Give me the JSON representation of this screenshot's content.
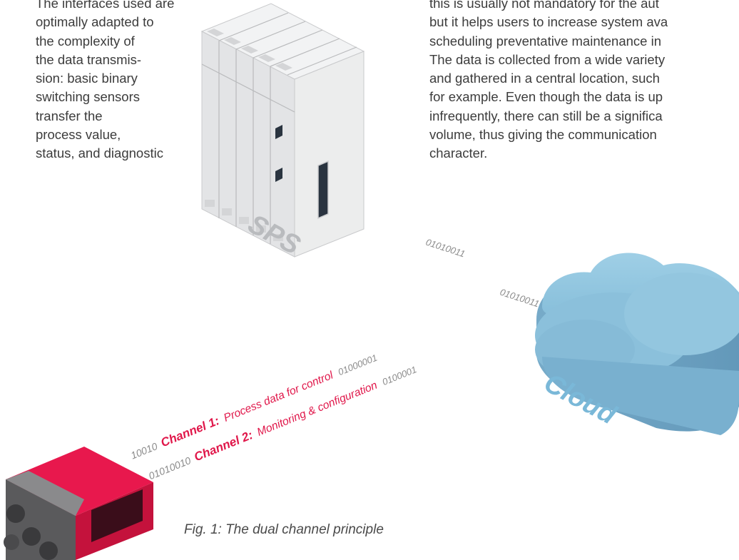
{
  "left_paragraph": {
    "lines": [
      "The interfaces used are",
      "optimally adapted to",
      "the complexity of",
      "the data transmis-",
      "sion: basic binary",
      "switching sensors",
      "transfer the",
      "process value,",
      "status, and diagnostic"
    ]
  },
  "right_paragraph": {
    "lines": [
      "this is usually not mandatory for the aut",
      "but it helps users to increase system ava",
      "scheduling preventative maintenance in",
      "The data is collected from a wide variety",
      "and gathered in a central location, such",
      "for example. Even though the data is up",
      "infrequently, there can still be a significa",
      "volume, thus giving the communication",
      "character."
    ]
  },
  "diagram": {
    "sps_label": "SPS",
    "cloud_label": "Cloud",
    "sps_bits": "01010011",
    "cloud_bits": "01010011",
    "channel1": {
      "prefix_bits": "10010",
      "label": "Channel 1:",
      "text": "Process data for control",
      "suffix_bits": "01000001"
    },
    "channel2": {
      "prefix_bits": "01010010",
      "label": "Channel 2:",
      "text": "Monitoring & configuration",
      "suffix_bits": "0100001"
    },
    "colors": {
      "accent_red": "#e0174a",
      "cloud_blue": "#8cc3dd",
      "sps_grey": "#e6e7e9",
      "label_blue": "#7ab8d8",
      "label_grey": "#b9bbbe"
    }
  },
  "caption": "Fig. 1: The dual channel principle"
}
